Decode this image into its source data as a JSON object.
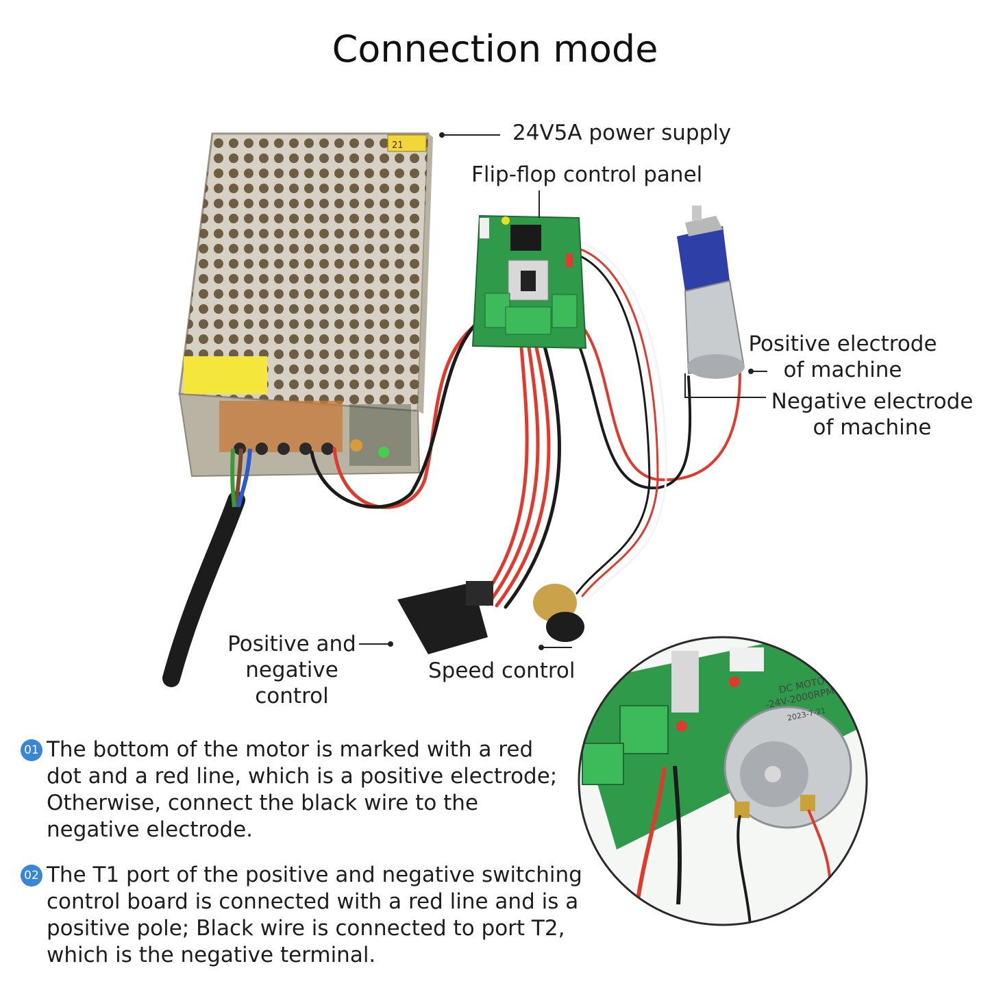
{
  "title": "Connection mode",
  "labels": {
    "power_supply": "24V5A power supply",
    "control_panel": "Flip-flop control panel",
    "positive_electrode": [
      "Positive electrode",
      "of machine"
    ],
    "negative_electrode": [
      "Negative electrode",
      "of machine"
    ],
    "pos_neg_control": [
      "Positive and",
      "negative",
      "control"
    ],
    "speed_control": "Speed control"
  },
  "notes": [
    {
      "badge": "01",
      "lines": [
        "The bottom of the motor is marked with a red",
        "dot and a red line, which is a positive electrode;",
        "Otherwise, connect the black wire to the",
        "negative electrode."
      ]
    },
    {
      "badge": "02",
      "lines": [
        "The T1 port of the positive and negative switching",
        "control board is connected with a red line and is a",
        "positive pole; Black wire is connected to port T2,",
        "which is the negative terminal."
      ]
    }
  ],
  "product_print": {
    "psu_badge": "21",
    "motor_label": [
      "DC MOTOR",
      "-24V-2000RPM",
      "2023-7-21"
    ]
  },
  "colors": {
    "wire_red": "#e03a2e",
    "wire_black": "#1b1b1b",
    "pcb_green": "#2f9a4a",
    "terminal_green": "#3dbb5b",
    "psu_metal": "#c9c4b8",
    "motor_blue": "#2e3fa8",
    "badge_blue": "#3a86d6"
  }
}
